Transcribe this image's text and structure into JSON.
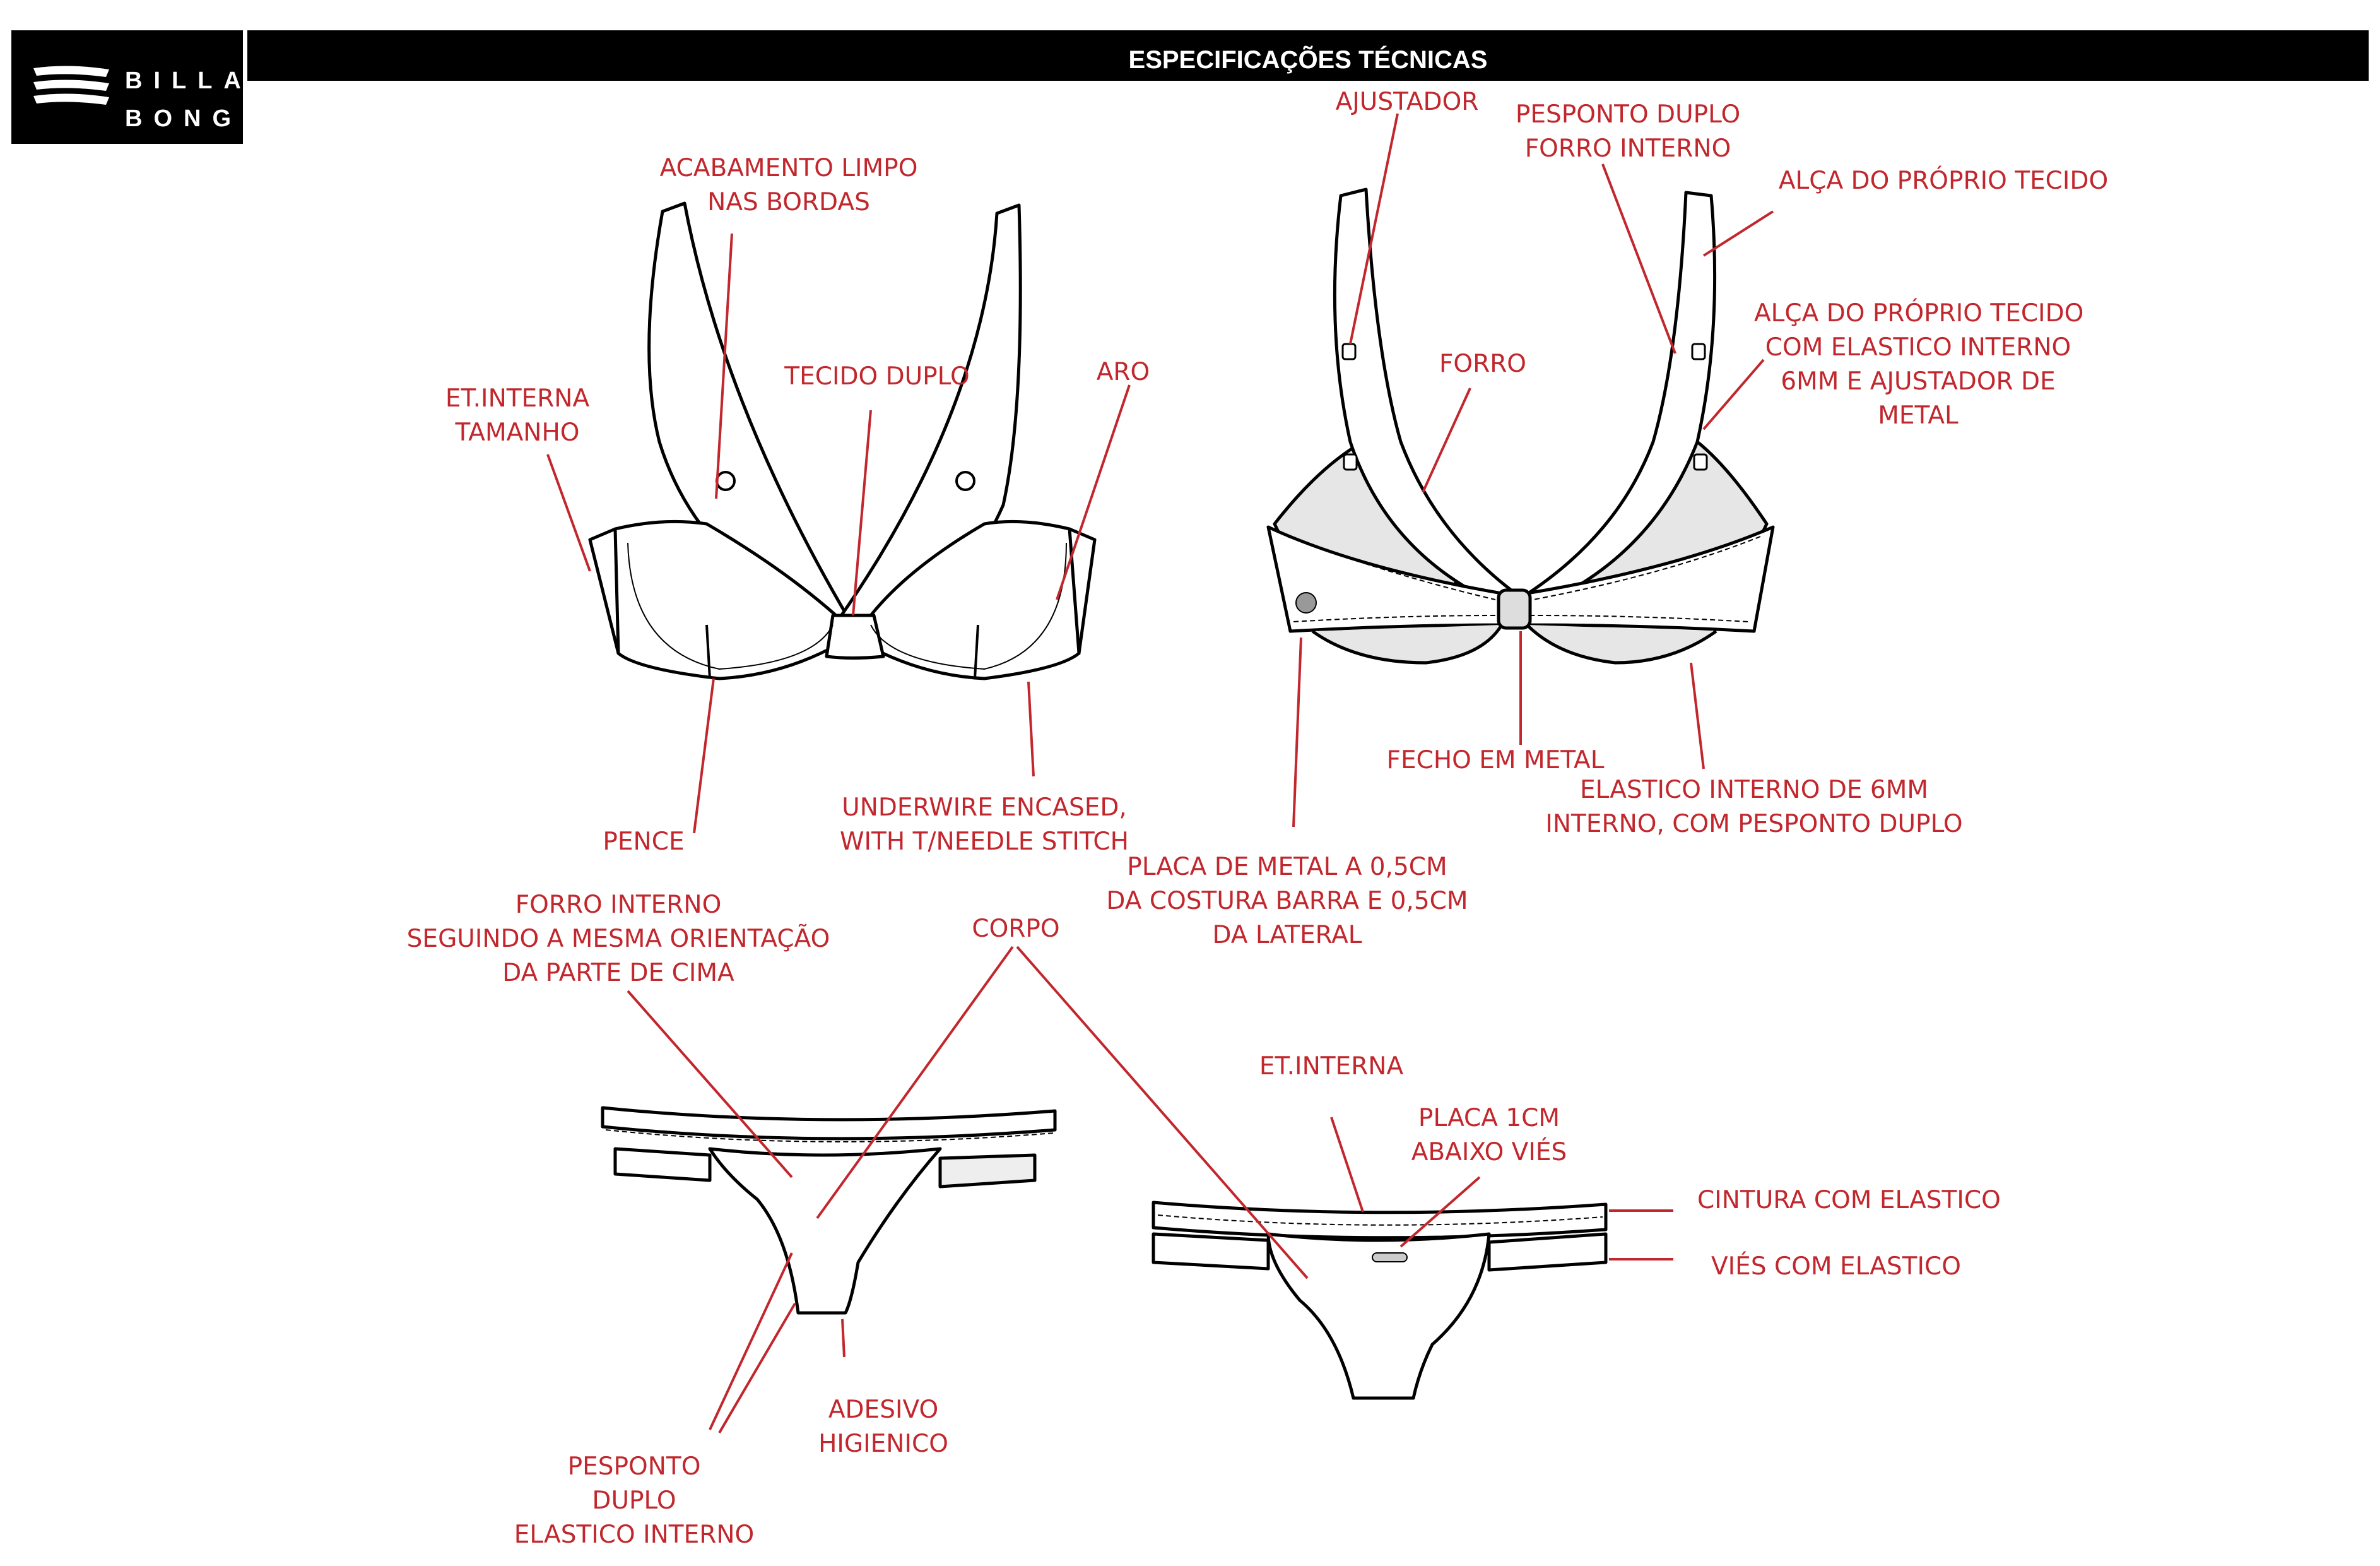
{
  "header": {
    "title": "ESPECIFICAÇÕES TÉCNICAS",
    "logo_text": [
      "BILLA",
      "BONG"
    ]
  },
  "colors": {
    "annotation": "#c1272d",
    "outline": "#000000",
    "lining": "#e6e6e6"
  },
  "labels": {
    "bra_front": {
      "acabamento": [
        "ACABAMENTO LIMPO",
        "NAS BORDAS"
      ],
      "et_interna": [
        "ET.INTERNA",
        "TAMANHO"
      ],
      "tecido_duplo": [
        "TECIDO DUPLO"
      ],
      "aro": [
        "ARO"
      ],
      "pence": [
        "PENCE"
      ],
      "underwire": [
        "UNDERWIRE ENCASED,",
        "WITH  T/NEEDLE STITCH"
      ]
    },
    "bra_back": {
      "ajustador": [
        "AJUSTADOR"
      ],
      "pesponto_duplo": [
        "PESPONTO DUPLO",
        "FORRO INTERNO"
      ],
      "alca_tecido": [
        "ALÇA DO PRÓPRIO TECIDO"
      ],
      "alca_elastico": [
        "ALÇA DO PRÓPRIO TECIDO",
        "COM ELASTICO INTERNO",
        "6MM E AJUSTADOR DE",
        "METAL"
      ],
      "forro": [
        "FORRO"
      ],
      "fecho": [
        "FECHO EM METAL"
      ],
      "elastico_interno": [
        "ELASTICO INTERNO DE 6MM",
        "INTERNO, COM PESPONTO DUPLO"
      ],
      "placa_metal": [
        "PLACA DE METAL A 0,5CM",
        "DA COSTURA BARRA E 0,5CM",
        "DA LATERAL"
      ]
    },
    "bottom": {
      "forro_interno": [
        "FORRO INTERNO",
        "SEGUINDO A MESMA ORIENTAÇÃO",
        "DA PARTE DE CIMA"
      ],
      "corpo": [
        "CORPO"
      ],
      "adesivo": [
        "ADESIVO",
        "HIGIENICO"
      ],
      "pesponto": [
        "PESPONTO",
        "DUPLO",
        "ELASTICO INTERNO"
      ],
      "et_interna": [
        "ET.INTERNA"
      ],
      "placa": [
        "PLACA 1CM",
        "ABAIXO VIÉS"
      ],
      "cintura": [
        "CINTURA COM ELASTICO"
      ],
      "vies": [
        "VIÉS COM ELASTICO"
      ]
    }
  }
}
